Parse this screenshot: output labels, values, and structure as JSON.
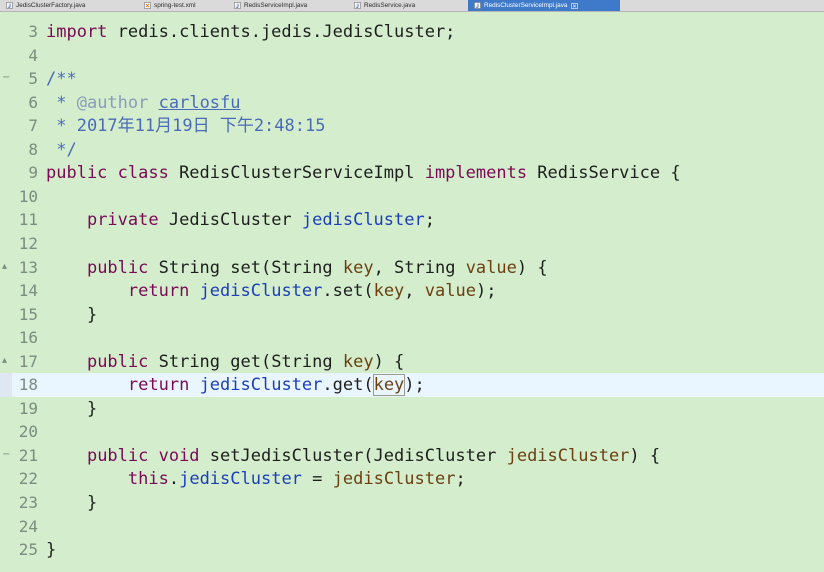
{
  "tabs": [
    {
      "label": "JedisClusterFactory.java",
      "icon": "java-file-icon",
      "active": false
    },
    {
      "label": "spring-test.xml",
      "icon": "xml-file-icon",
      "active": false
    },
    {
      "label": "RedisServiceImpl.java",
      "icon": "java-file-icon",
      "active": false
    },
    {
      "label": "RedisService.java",
      "icon": "java-file-icon",
      "active": false
    },
    {
      "label": "RedisClusterServiceImpl.java",
      "icon": "java-file-icon",
      "active": true
    }
  ],
  "active_tab_close_icon": "close-tab-icon",
  "current_line": "18",
  "colors": {
    "editor_bg": "#d3edcd",
    "current_line_bg": "#e9f5ff",
    "keyword": "#7a0a55",
    "field": "#1c3fb7",
    "parameter": "#6b3f10",
    "javadoc": "#4a6bb8",
    "line_number": "#7c8c80",
    "active_tab_bg": "#3f79c9"
  },
  "lines": [
    {
      "n": "3",
      "fold": "",
      "parts": [
        {
          "t": "import",
          "c": "kw"
        },
        {
          "t": " redis.clients.jedis.JedisCluster;",
          "c": ""
        }
      ]
    },
    {
      "n": "4",
      "fold": "",
      "parts": []
    },
    {
      "n": "5",
      "fold": "−",
      "parts": [
        {
          "t": "/**",
          "c": "com"
        }
      ]
    },
    {
      "n": "6",
      "fold": "",
      "parts": [
        {
          "t": " * ",
          "c": "com"
        },
        {
          "t": "@author",
          "c": "tag"
        },
        {
          "t": " ",
          "c": "com"
        },
        {
          "t": "carlosfu",
          "c": "lnk"
        }
      ]
    },
    {
      "n": "7",
      "fold": "",
      "parts": [
        {
          "t": " * 2017年11月19日 下午2:48:15",
          "c": "com"
        }
      ]
    },
    {
      "n": "8",
      "fold": "",
      "parts": [
        {
          "t": " */",
          "c": "com"
        }
      ]
    },
    {
      "n": "9",
      "fold": "",
      "parts": [
        {
          "t": "public class",
          "c": "kw"
        },
        {
          "t": " RedisClusterServiceImpl ",
          "c": ""
        },
        {
          "t": "implements",
          "c": "kw"
        },
        {
          "t": " RedisService {",
          "c": ""
        }
      ]
    },
    {
      "n": "10",
      "fold": "",
      "parts": []
    },
    {
      "n": "11",
      "fold": "",
      "parts": [
        {
          "t": "    ",
          "c": ""
        },
        {
          "t": "private",
          "c": "kw"
        },
        {
          "t": " JedisCluster ",
          "c": ""
        },
        {
          "t": "jedisCluster",
          "c": "fld"
        },
        {
          "t": ";",
          "c": ""
        }
      ]
    },
    {
      "n": "12",
      "fold": "",
      "parts": []
    },
    {
      "n": "13",
      "fold": "▴",
      "parts": [
        {
          "t": "    ",
          "c": ""
        },
        {
          "t": "public",
          "c": "kw"
        },
        {
          "t": " String set(String ",
          "c": ""
        },
        {
          "t": "key",
          "c": "par"
        },
        {
          "t": ", String ",
          "c": ""
        },
        {
          "t": "value",
          "c": "par"
        },
        {
          "t": ") {",
          "c": ""
        }
      ]
    },
    {
      "n": "14",
      "fold": "",
      "parts": [
        {
          "t": "        ",
          "c": ""
        },
        {
          "t": "return",
          "c": "kw"
        },
        {
          "t": " ",
          "c": ""
        },
        {
          "t": "jedisCluster",
          "c": "fld"
        },
        {
          "t": ".set(",
          "c": ""
        },
        {
          "t": "key",
          "c": "par"
        },
        {
          "t": ", ",
          "c": ""
        },
        {
          "t": "value",
          "c": "par"
        },
        {
          "t": ");",
          "c": ""
        }
      ]
    },
    {
      "n": "15",
      "fold": "",
      "parts": [
        {
          "t": "    }",
          "c": ""
        }
      ]
    },
    {
      "n": "16",
      "fold": "",
      "parts": []
    },
    {
      "n": "17",
      "fold": "▴",
      "parts": [
        {
          "t": "    ",
          "c": ""
        },
        {
          "t": "public",
          "c": "kw"
        },
        {
          "t": " String get(String ",
          "c": ""
        },
        {
          "t": "key",
          "c": "par"
        },
        {
          "t": ") {",
          "c": ""
        }
      ]
    },
    {
      "n": "18",
      "fold": "",
      "parts": [
        {
          "t": "        ",
          "c": ""
        },
        {
          "t": "return",
          "c": "kw"
        },
        {
          "t": " ",
          "c": ""
        },
        {
          "t": "jedisCluster",
          "c": "fld"
        },
        {
          "t": ".get(",
          "c": ""
        },
        {
          "t": "key",
          "c": "par box"
        },
        {
          "t": ");",
          "c": ""
        }
      ]
    },
    {
      "n": "19",
      "fold": "",
      "parts": [
        {
          "t": "    }",
          "c": ""
        }
      ]
    },
    {
      "n": "20",
      "fold": "",
      "parts": []
    },
    {
      "n": "21",
      "fold": "−",
      "parts": [
        {
          "t": "    ",
          "c": ""
        },
        {
          "t": "public void",
          "c": "kw"
        },
        {
          "t": " setJedisCluster(JedisCluster ",
          "c": ""
        },
        {
          "t": "jedisCluster",
          "c": "par"
        },
        {
          "t": ") {",
          "c": ""
        }
      ]
    },
    {
      "n": "22",
      "fold": "",
      "parts": [
        {
          "t": "        ",
          "c": ""
        },
        {
          "t": "this",
          "c": "kw"
        },
        {
          "t": ".",
          "c": ""
        },
        {
          "t": "jedisCluster",
          "c": "fld"
        },
        {
          "t": " = ",
          "c": ""
        },
        {
          "t": "jedisCluster",
          "c": "par"
        },
        {
          "t": ";",
          "c": ""
        }
      ]
    },
    {
      "n": "23",
      "fold": "",
      "parts": [
        {
          "t": "    }",
          "c": ""
        }
      ]
    },
    {
      "n": "24",
      "fold": "",
      "parts": []
    },
    {
      "n": "25",
      "fold": "",
      "parts": [
        {
          "t": "}",
          "c": ""
        }
      ]
    }
  ]
}
